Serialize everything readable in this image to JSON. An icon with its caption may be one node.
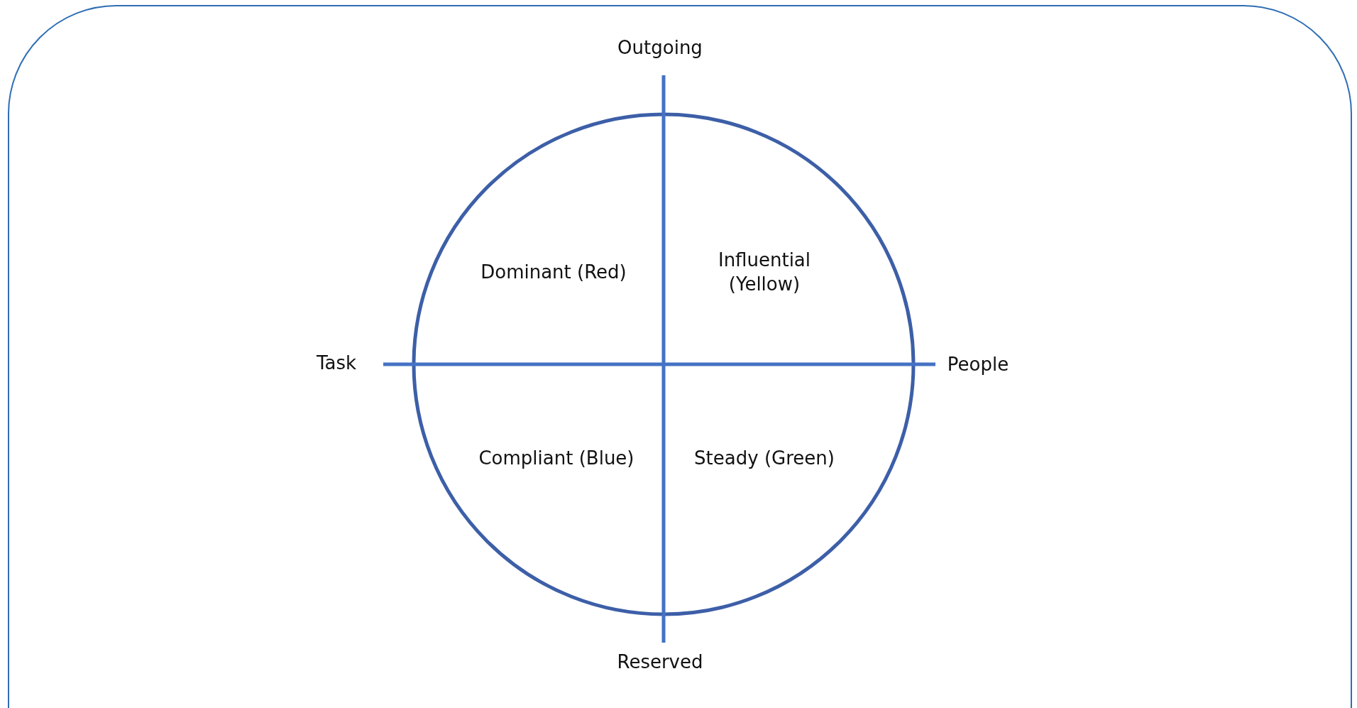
{
  "diagram": {
    "labels": [
      "Outgoing",
      "Dominant (Red)",
      "Influential (Yellow)",
      "Task",
      "People",
      "Compliant (Blue)",
      "Steady (Green)",
      "Reserved"
    ]
  }
}
